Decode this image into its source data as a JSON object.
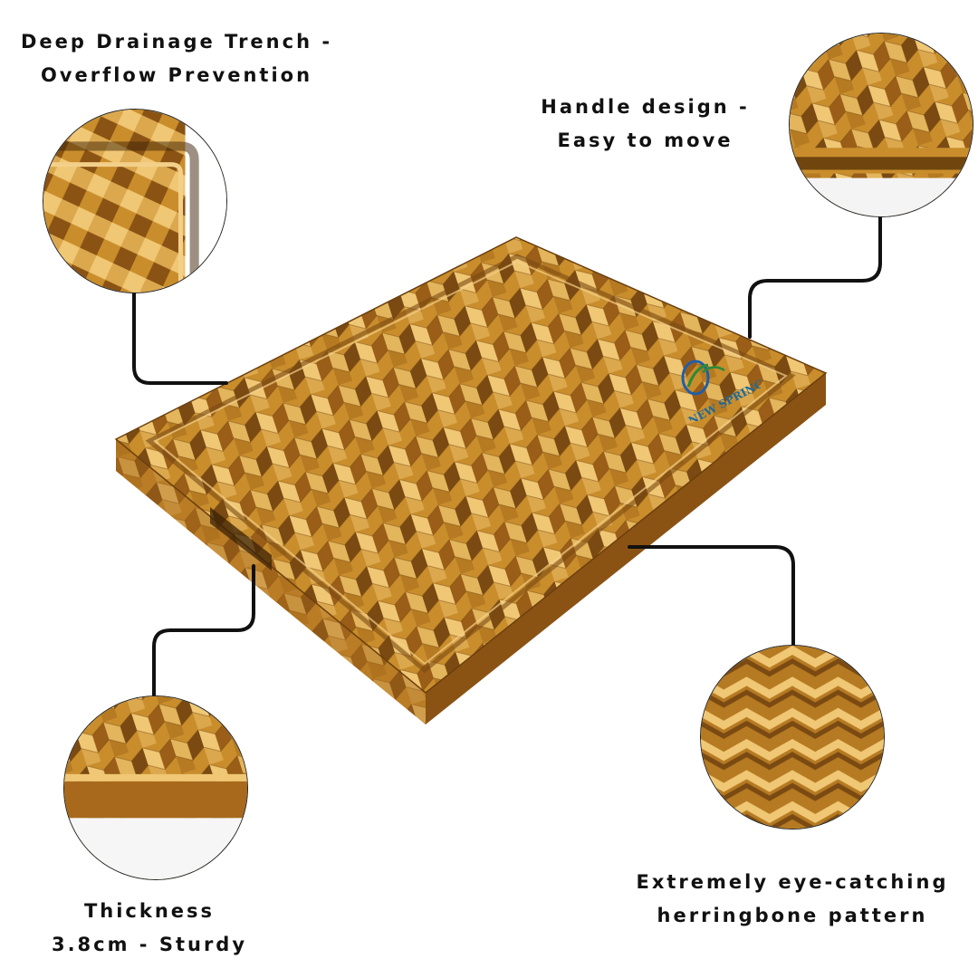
{
  "captions": {
    "drainage": [
      "Deep Drainage Trench -",
      "Overflow Prevention"
    ],
    "handle": [
      "Handle design -",
      "Easy to move"
    ],
    "thickness": [
      "Thickness",
      "3.8cm - Sturdy"
    ],
    "pattern": [
      "Extremely eye-catching",
      "herringbone pattern"
    ]
  },
  "logo": {
    "text": "NEW SPRING"
  },
  "colors": {
    "wood_light": "#f0c774",
    "wood_mid": "#c98d2c",
    "wood_dark": "#7a4a12",
    "line": "#111111"
  },
  "icons": [
    "leaf-logo-icon"
  ]
}
